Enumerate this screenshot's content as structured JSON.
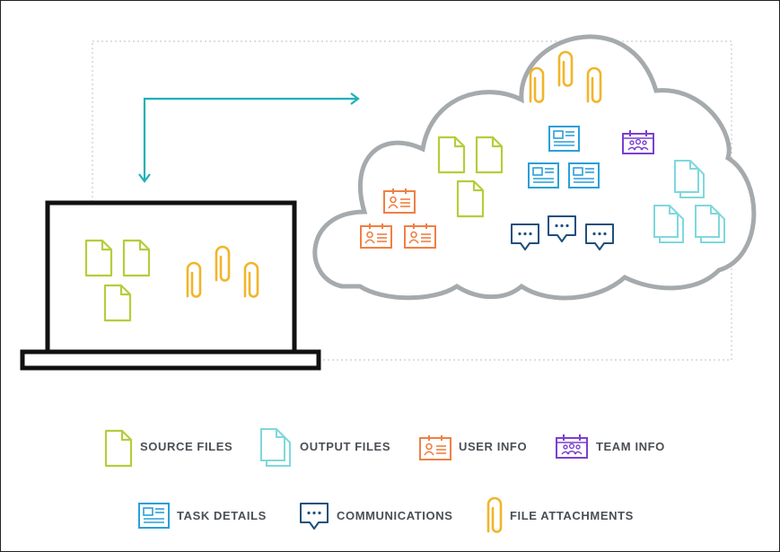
{
  "colors": {
    "source": "#b7cc3b",
    "output": "#7fd8dc",
    "user": "#ef8044",
    "team": "#7b3fd1",
    "task": "#2b9fd8",
    "comm": "#1f4f7d",
    "attach": "#f1b52b",
    "arrow": "#1fb0b8",
    "cloud": "#a5aaad",
    "laptop": "#111111",
    "dotted": "#c9cbcc",
    "legend_text": "#4a4f55"
  },
  "legend": {
    "source_files": {
      "label": "SOURCE FILES",
      "icon": "document-icon"
    },
    "output_files": {
      "label": "OUTPUT FILES",
      "icon": "stacked-documents-icon"
    },
    "user_info": {
      "label": "USER INFO",
      "icon": "user-card-icon"
    },
    "team_info": {
      "label": "TEAM INFO",
      "icon": "team-calendar-icon"
    },
    "task_details": {
      "label": "TASK DETAILS",
      "icon": "task-card-icon"
    },
    "communications": {
      "label": "COMMUNICATIONS",
      "icon": "chat-bubble-icon"
    },
    "file_attachments": {
      "label": "FILE ATTACHMENTS",
      "icon": "paperclip-icon"
    }
  },
  "diagram": {
    "laptop": {
      "source_files": 3,
      "file_attachments": 3
    },
    "cloud": {
      "file_attachments": 3,
      "source_files": 3,
      "user_info": 3,
      "task_details": 3,
      "team_info": 1,
      "communications": 3,
      "output_files": 3
    }
  }
}
